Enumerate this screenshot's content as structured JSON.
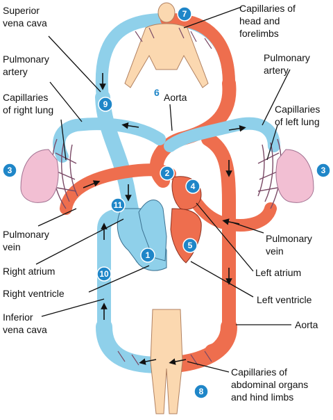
{
  "colors": {
    "oxygen_poor": "#8fd0ea",
    "oxygen_rich": "#ee6e4e",
    "capillary_mix": "#b69ab8",
    "body": "#fbd8b0",
    "lung": "#f2bfd3",
    "badge": "#1f86c8",
    "leader": "#111111"
  },
  "labels": {
    "superior_vena_cava": [
      "Superior",
      "vena cava"
    ],
    "capillaries_head": [
      "Capillaries of",
      "head and",
      "forelimbs"
    ],
    "pulmonary_artery_left_side": [
      "Pulmonary",
      "artery"
    ],
    "pulmonary_artery_right_side": [
      "Pulmonary",
      "artery"
    ],
    "capillaries_right_lung": [
      "Capillaries",
      "of right lung"
    ],
    "capillaries_left_lung": [
      "Capillaries",
      "of left lung"
    ],
    "aorta_top": "Aorta",
    "pulmonary_vein_left_side": [
      "Pulmonary",
      "vein"
    ],
    "pulmonary_vein_right_side": [
      "Pulmonary",
      "vein"
    ],
    "right_atrium": "Right atrium",
    "left_atrium": "Left atrium",
    "right_ventricle": "Right ventricle",
    "left_ventricle": "Left ventricle",
    "inferior_vena_cava": [
      "Inferior",
      "vena cava"
    ],
    "aorta_bottom": "Aorta",
    "capillaries_abdominal": [
      "Capillaries of",
      "abdominal organs",
      "and hind limbs"
    ]
  },
  "badges": {
    "b1": "1",
    "b2": "2",
    "b3_left": "3",
    "b3_right": "3",
    "b4": "4",
    "b5": "5",
    "b6": "6",
    "b7": "7",
    "b8": "8",
    "b9": "9",
    "b10": "10",
    "b11": "11"
  }
}
